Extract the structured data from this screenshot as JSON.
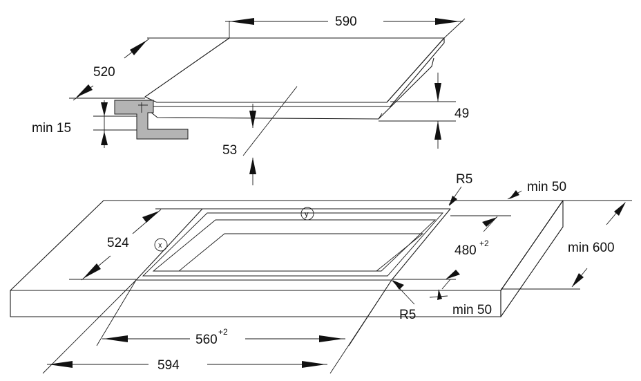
{
  "hob": {
    "width": "590",
    "depth": "520",
    "thickness": "49",
    "below_depth": "53",
    "clearance": "min 15"
  },
  "cutout": {
    "depth": "524",
    "width_inner": "560",
    "width_inner_tol": "+2",
    "width_outer": "594",
    "depth_inner": "480",
    "depth_inner_tol": "+2",
    "radius_top": "R5",
    "radius_bottom": "R5",
    "marker_x": "x",
    "marker_y": "y"
  },
  "worktop": {
    "edge_back": "min 50",
    "edge_front": "min 50",
    "depth": "min 600"
  },
  "colors": {
    "line": "#1a1a1a",
    "bracket_fill": "#b4b4b4"
  }
}
